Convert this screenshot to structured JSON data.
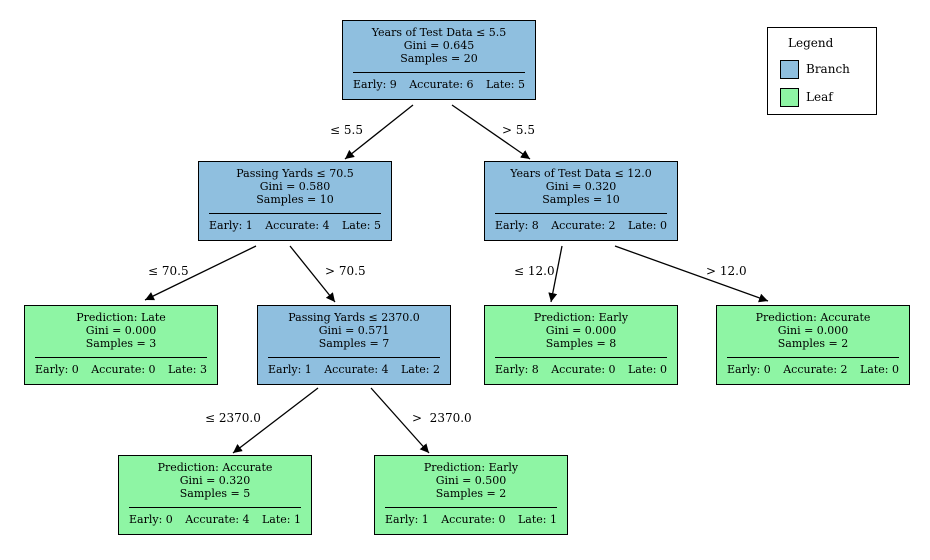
{
  "nodes": {
    "root": {
      "lines": [
        "Years of Test Data ≤ 5.5",
        "Gini = 0.645",
        "Samples = 20"
      ],
      "counts": [
        "Early: 9",
        "Accurate: 6",
        "Late: 5"
      ]
    },
    "pass70": {
      "lines": [
        "Passing Yards ≤ 70.5",
        "Gini = 0.580",
        "Samples = 10"
      ],
      "counts": [
        "Early: 1",
        "Accurate: 4",
        "Late: 5"
      ]
    },
    "years12": {
      "lines": [
        "Years of Test Data ≤ 12.0",
        "Gini = 0.320",
        "Samples = 10"
      ],
      "counts": [
        "Early: 8",
        "Accurate: 2",
        "Late: 0"
      ]
    },
    "leafLate": {
      "lines": [
        "Prediction: Late",
        "Gini = 0.000",
        "Samples = 3"
      ],
      "counts": [
        "Early: 0",
        "Accurate: 0",
        "Late: 3"
      ]
    },
    "pass2370": {
      "lines": [
        "Passing Yards ≤ 2370.0",
        "Gini = 0.571",
        "Samples = 7"
      ],
      "counts": [
        "Early: 1",
        "Accurate: 4",
        "Late: 2"
      ]
    },
    "leafEarly8": {
      "lines": [
        "Prediction: Early",
        "Gini = 0.000",
        "Samples = 8"
      ],
      "counts": [
        "Early: 8",
        "Accurate: 0",
        "Late: 0"
      ]
    },
    "leafAcc2": {
      "lines": [
        "Prediction: Accurate",
        "Gini = 0.000",
        "Samples = 2"
      ],
      "counts": [
        "Early: 0",
        "Accurate: 2",
        "Late: 0"
      ]
    },
    "leafAcc5": {
      "lines": [
        "Prediction: Accurate",
        "Gini = 0.320",
        "Samples = 5"
      ],
      "counts": [
        "Early: 0",
        "Accurate: 4",
        "Late: 1"
      ]
    },
    "leafEarly2": {
      "lines": [
        "Prediction: Early",
        "Gini = 0.500",
        "Samples = 2"
      ],
      "counts": [
        "Early: 1",
        "Accurate: 0",
        "Late: 1"
      ]
    }
  },
  "edges": {
    "root_left": "≤ 5.5",
    "root_right": "> 5.5",
    "pass70_left": "≤ 70.5",
    "pass70_right": "> 70.5",
    "years12_left": "≤ 12.0",
    "years12_right": "> 12.0",
    "pass2370_left": "≤ 2370.0",
    "pass2370_right": ">  2370.0"
  },
  "legend": {
    "title": "Legend",
    "items": [
      {
        "label": "Branch",
        "color": "#8fbfdf"
      },
      {
        "label": "Leaf",
        "color": "#8ef5a4"
      }
    ]
  },
  "colors": {
    "branch": "#8fbfdf",
    "leaf": "#8ef5a4"
  }
}
